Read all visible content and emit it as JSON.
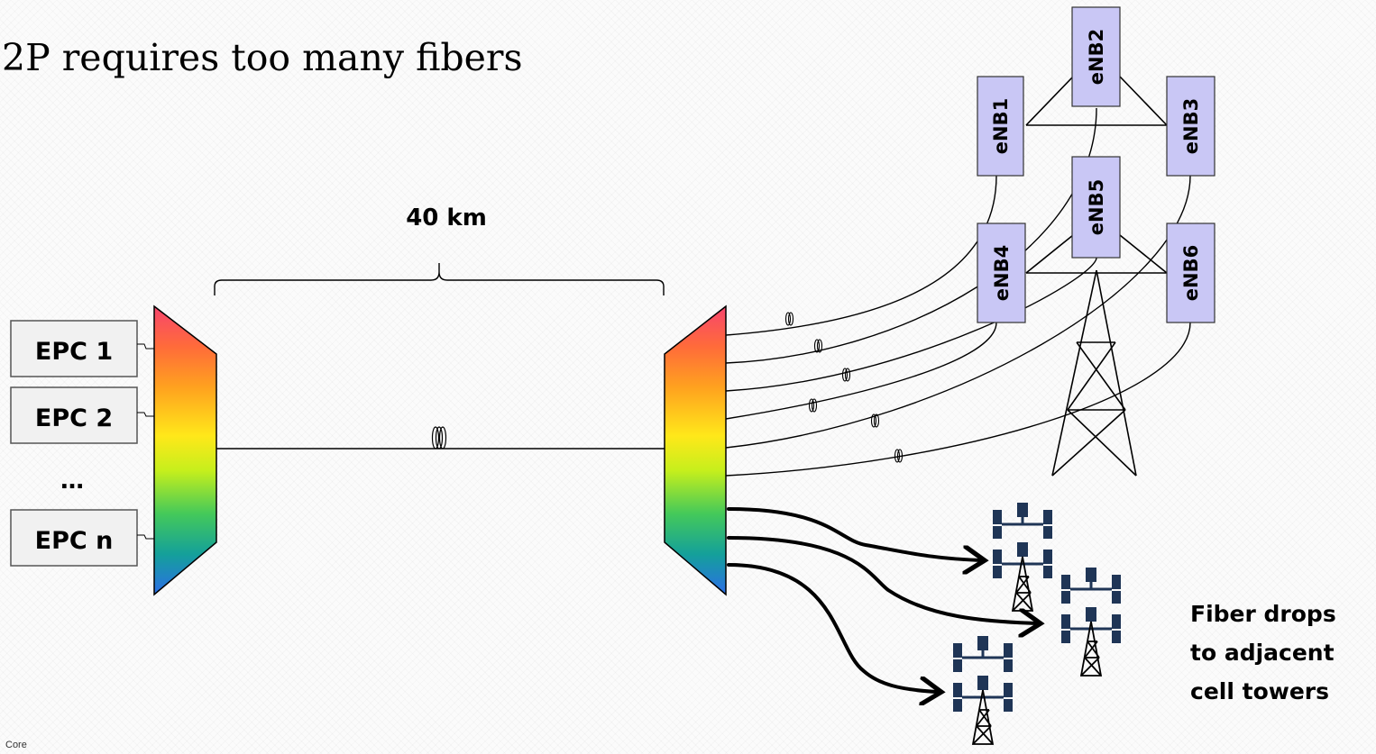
{
  "slide": {
    "subtitle": "2P requires too many fibers",
    "distance_label": "40 km",
    "footer_label": "Core",
    "caption_lines": [
      "Fiber drops",
      "to adjacent",
      "cell towers"
    ]
  },
  "epc_boxes": [
    "EPC 1",
    "EPC 2",
    "EPC n"
  ],
  "epc_ellipsis": "…",
  "enb_boxes": [
    "eNB1",
    "eNB2",
    "eNB3",
    "eNB4",
    "eNB5",
    "eNB6"
  ],
  "colors": {
    "mux_gradient": [
      "#f7456d",
      "#ff6b3a",
      "#ffa11f",
      "#ffe81a",
      "#c6ef1c",
      "#44c95a",
      "#14a09a",
      "#2b6ee8"
    ],
    "enb_fill": "#c9c7f5",
    "box_fill": "#f1f1f1",
    "tower_color": "#1f3556"
  },
  "icons": [
    "fiber-coil-icon",
    "transmission-tower-icon",
    "cell-tower-icon",
    "arrow-icon"
  ]
}
